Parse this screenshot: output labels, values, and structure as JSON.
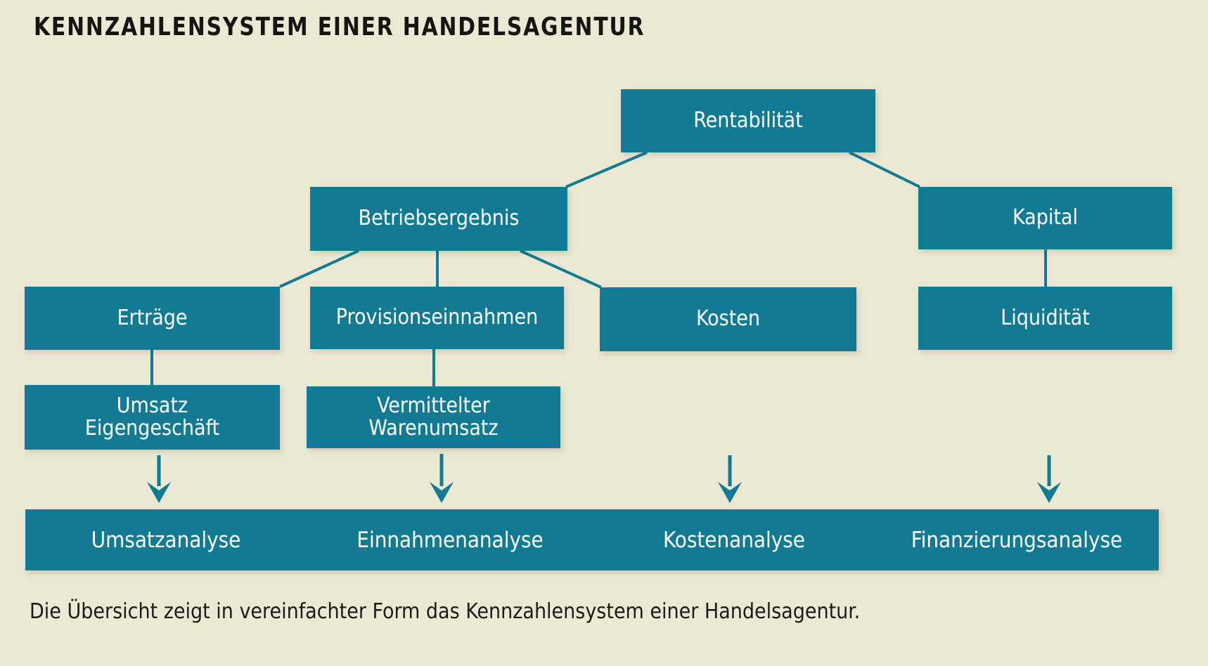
{
  "title": "KENNZAHLENSYSTEM EINER HANDELSAGENTUR",
  "caption": "Die Übersicht zeigt in vereinfachter Form das Kennzahlensystem einer Handelsagentur.",
  "colors": {
    "background": "#ebe9d4",
    "node_fill": "#137a94",
    "node_text": "#ffffff",
    "connector": "#137a94",
    "title_text": "#171514",
    "caption_text": "#1d1b18"
  },
  "chart_data": {
    "type": "diagram",
    "title": "KENNZAHLENSYSTEM EINER HANDELSAGENTUR",
    "nodes": [
      {
        "id": "rentabilitaet",
        "label": "Rentabilität",
        "level": 0
      },
      {
        "id": "betriebsergebnis",
        "label": "Betriebsergebnis",
        "level": 1
      },
      {
        "id": "kapital",
        "label": "Kapital",
        "level": 1
      },
      {
        "id": "ertraege",
        "label": "Erträge",
        "level": 2
      },
      {
        "id": "provisionseinnahmen",
        "label": "Provisionseinnahmen",
        "level": 2
      },
      {
        "id": "kosten",
        "label": "Kosten",
        "level": 2
      },
      {
        "id": "liquiditaet",
        "label": "Liquidität",
        "level": 2
      },
      {
        "id": "umsatz-eigengeschaeft",
        "label": "Umsatz\nEigengeschäft",
        "level": 3
      },
      {
        "id": "vermittelter-warenumsatz",
        "label": "Vermittelter\nWarenumsatz",
        "level": 3
      }
    ],
    "edges": [
      {
        "from": "rentabilitaet",
        "to": "betriebsergebnis",
        "style": "line"
      },
      {
        "from": "rentabilitaet",
        "to": "kapital",
        "style": "line"
      },
      {
        "from": "betriebsergebnis",
        "to": "ertraege",
        "style": "line"
      },
      {
        "from": "betriebsergebnis",
        "to": "provisionseinnahmen",
        "style": "line"
      },
      {
        "from": "betriebsergebnis",
        "to": "kosten",
        "style": "line"
      },
      {
        "from": "kapital",
        "to": "liquiditaet",
        "style": "line"
      },
      {
        "from": "ertraege",
        "to": "umsatz-eigengeschaeft",
        "style": "line"
      },
      {
        "from": "provisionseinnahmen",
        "to": "vermittelter-warenumsatz",
        "style": "line"
      },
      {
        "from": "umsatz-eigengeschaeft",
        "to": "umsatzanalyse",
        "style": "arrow"
      },
      {
        "from": "vermittelter-warenumsatz",
        "to": "einnahmenanalyse",
        "style": "arrow"
      },
      {
        "from": "kosten",
        "to": "kostenanalyse",
        "style": "arrow"
      },
      {
        "from": "liquiditaet",
        "to": "finanzierungsanalyse",
        "style": "arrow"
      }
    ],
    "analysis_bar": [
      {
        "id": "umsatzanalyse",
        "label": "Umsatzanalyse"
      },
      {
        "id": "einnahmenanalyse",
        "label": "Einnahmenanalyse"
      },
      {
        "id": "kostenanalyse",
        "label": "Kostenanalyse"
      },
      {
        "id": "finanzierungsanalyse",
        "label": "Finanzierungsanalyse"
      }
    ]
  },
  "nodes": {
    "rentabilitaet": "Rentabilität",
    "betriebsergebnis": "Betriebsergebnis",
    "kapital": "Kapital",
    "ertraege": "Erträge",
    "provisionseinnahmen": "Provisionseinnahmen",
    "kosten": "Kosten",
    "liquiditaet": "Liquidität",
    "umsatz_eigengeschaeft": "Umsatz\nEigengeschäft",
    "vermittelter_warenumsatz": "Vermittelter\nWarenumsatz"
  },
  "analysis": {
    "umsatzanalyse": "Umsatzanalyse",
    "einnahmenanalyse": "Einnahmenanalyse",
    "kostenanalyse": "Kostenanalyse",
    "finanzierungsanalyse": "Finanzierungsanalyse"
  }
}
